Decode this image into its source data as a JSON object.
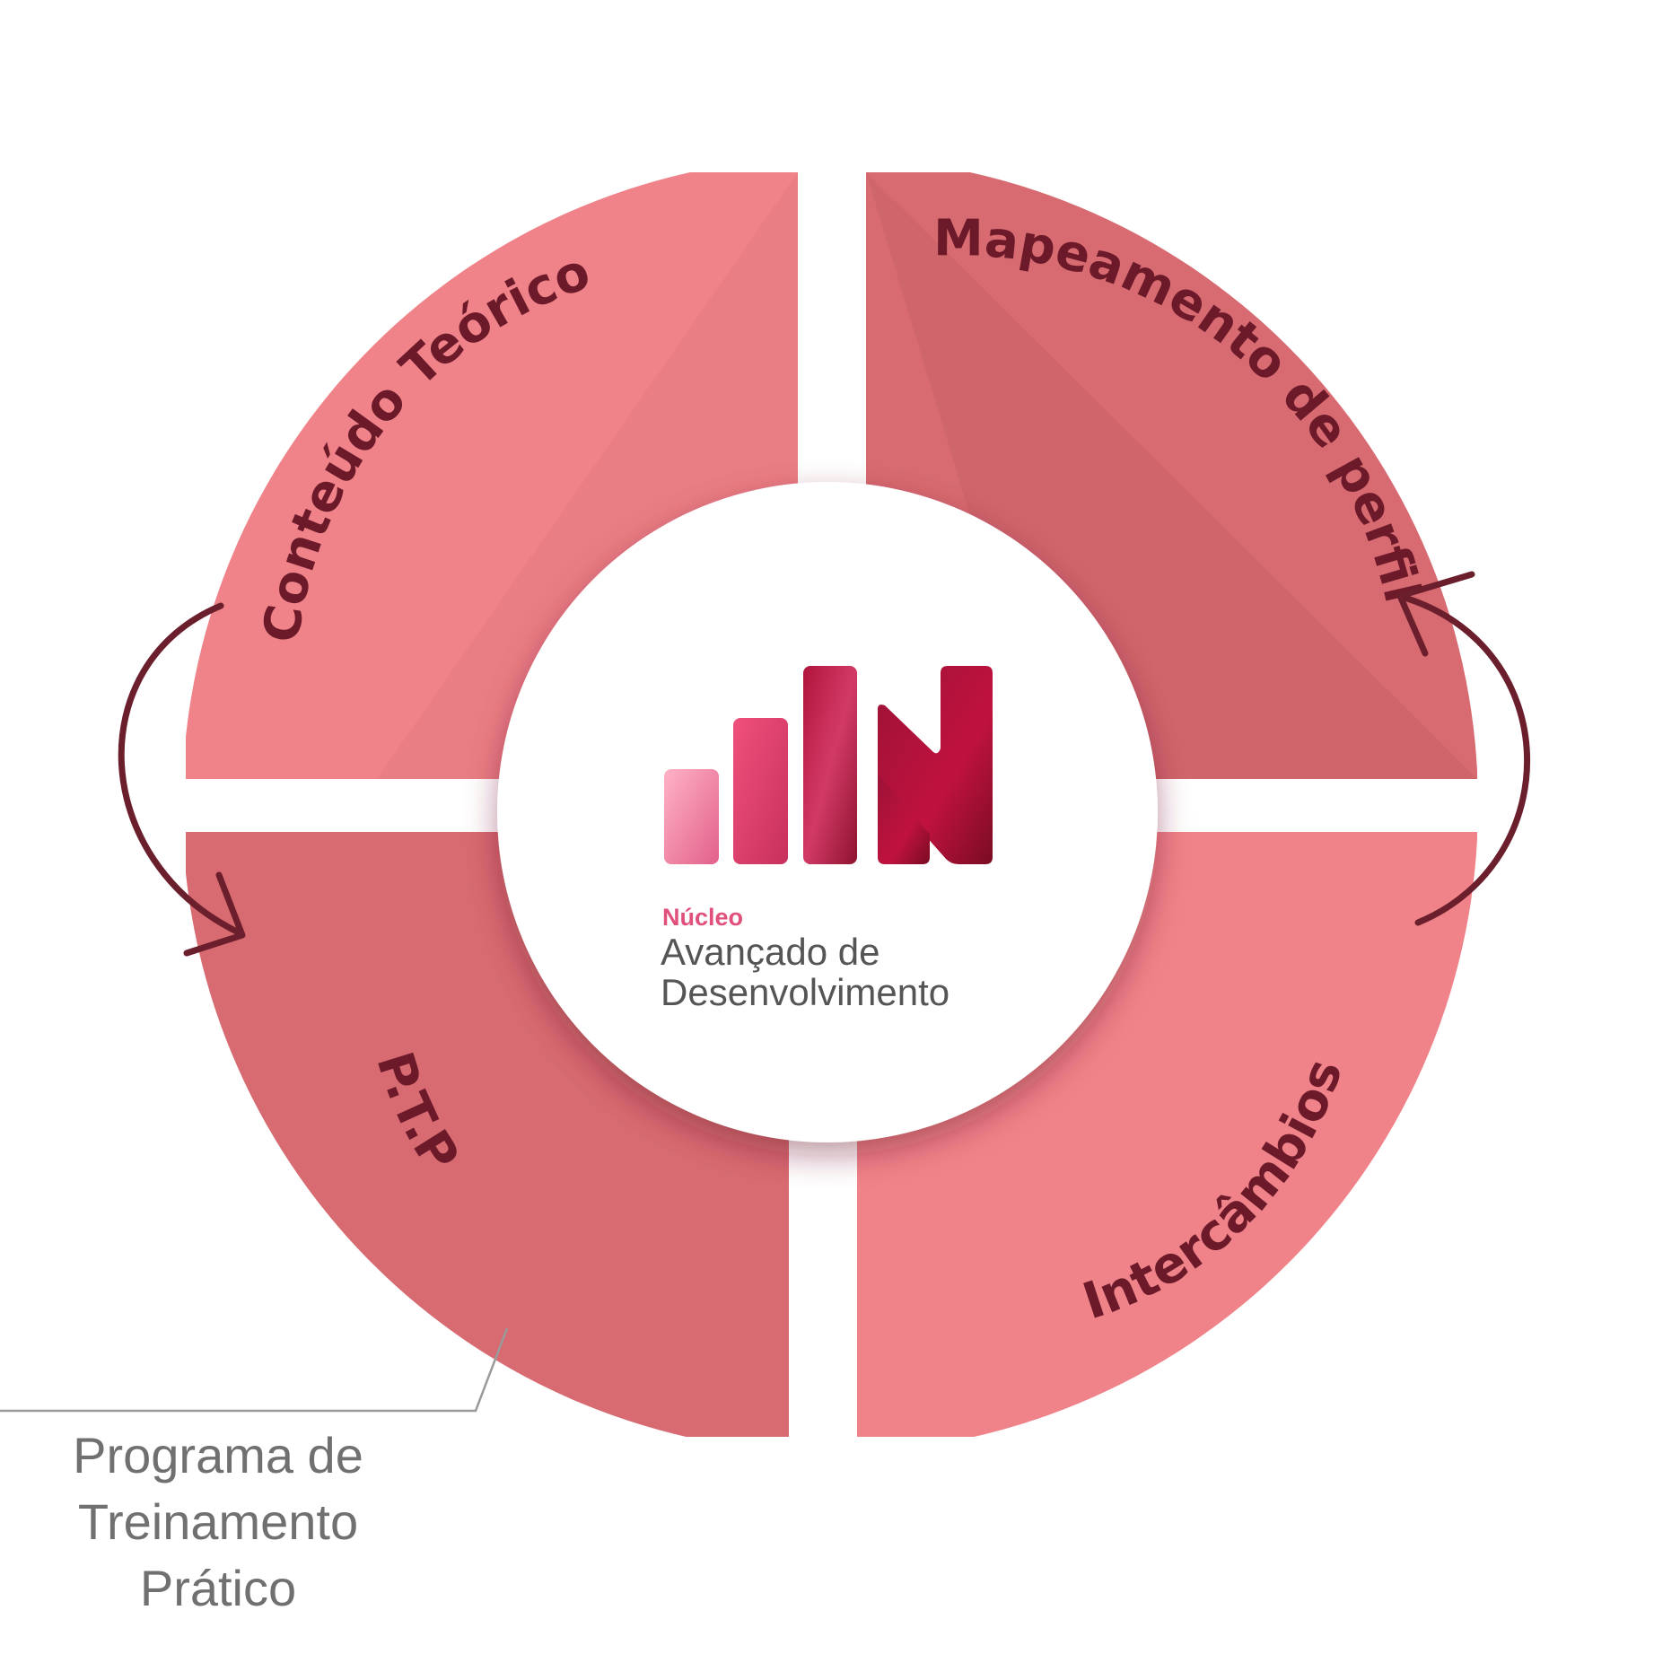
{
  "segments": {
    "top_left": {
      "label": "Conteúdo Teórico"
    },
    "top_right": {
      "label": "Mapeamento de perfil"
    },
    "bottom_left": {
      "label": "P.T.P"
    },
    "bottom_right": {
      "label": "Intercâmbios"
    }
  },
  "logo": {
    "line1": "Núcleo",
    "line2": "Avançado de",
    "line3": "Desenvolvimento"
  },
  "footnote": {
    "line1": "Programa de",
    "line2": "Treinamento",
    "line3": "Prático"
  },
  "colors": {
    "segment_light": "#ef8389",
    "segment_dark": "#d76b71",
    "label_text": "#6c1a2a",
    "arrow": "#6b1e2c",
    "logo_pink": "#e0507a",
    "logo_text": "#555555",
    "footnote_text": "#707070"
  },
  "icons": {
    "logo": "bars-n-logo-icon",
    "arrow_left": "curved-arrow-down-icon",
    "arrow_right": "curved-arrow-up-icon"
  }
}
